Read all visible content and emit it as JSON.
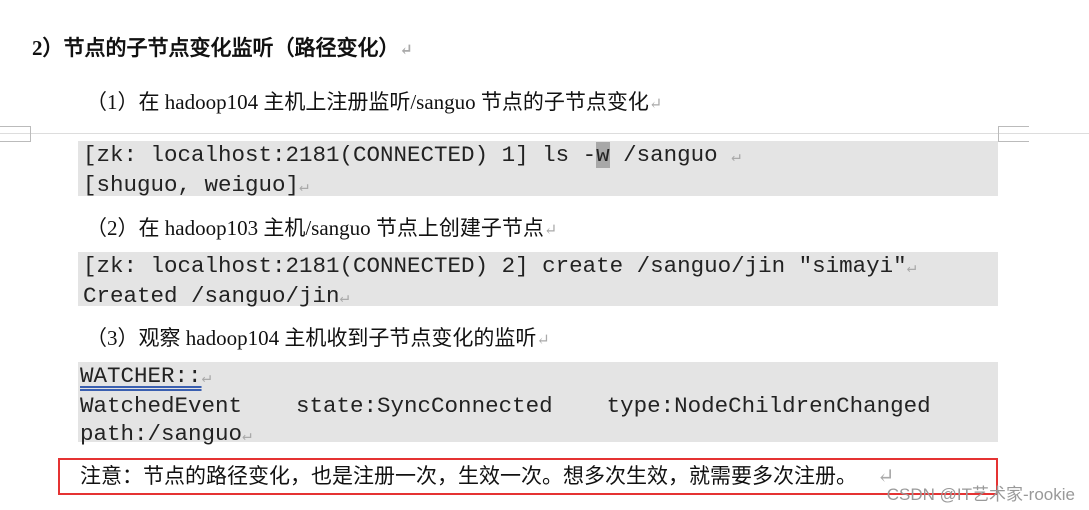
{
  "heading": "2）节点的子节点变化监听（路径变化）",
  "steps": [
    "（1）在 hadoop104 主机上注册监听/sanguo 节点的子节点变化",
    "（2）在 hadoop103 主机/sanguo 节点上创建子节点",
    "（3）观察 hadoop104 主机收到子节点变化的监听"
  ],
  "code1": {
    "line1_a": "[zk: localhost:2181(CONNECTED) 1] ls -",
    "line1_hl": "w",
    "line1_b": " /sanguo",
    "line2": "[shuguo, weiguo]"
  },
  "code2": {
    "line1": "[zk: localhost:2181(CONNECTED) 2] create /sanguo/jin \"simayi\"",
    "line2": "Created /sanguo/jin"
  },
  "code3": {
    "line1": "WATCHER::",
    "line2": "WatchedEvent    state:SyncConnected    type:NodeChildrenChanged",
    "line3": "path:/sanguo"
  },
  "note": "注意：节点的路径变化，也是注册一次，生效一次。想多次生效，就需要多次注册。",
  "paragraph_mark": "↵",
  "watermark": "CSDN @IT艺术家-rookie",
  "colors": {
    "note_border": "#e53333",
    "code_bg": "#e4e4e4"
  }
}
